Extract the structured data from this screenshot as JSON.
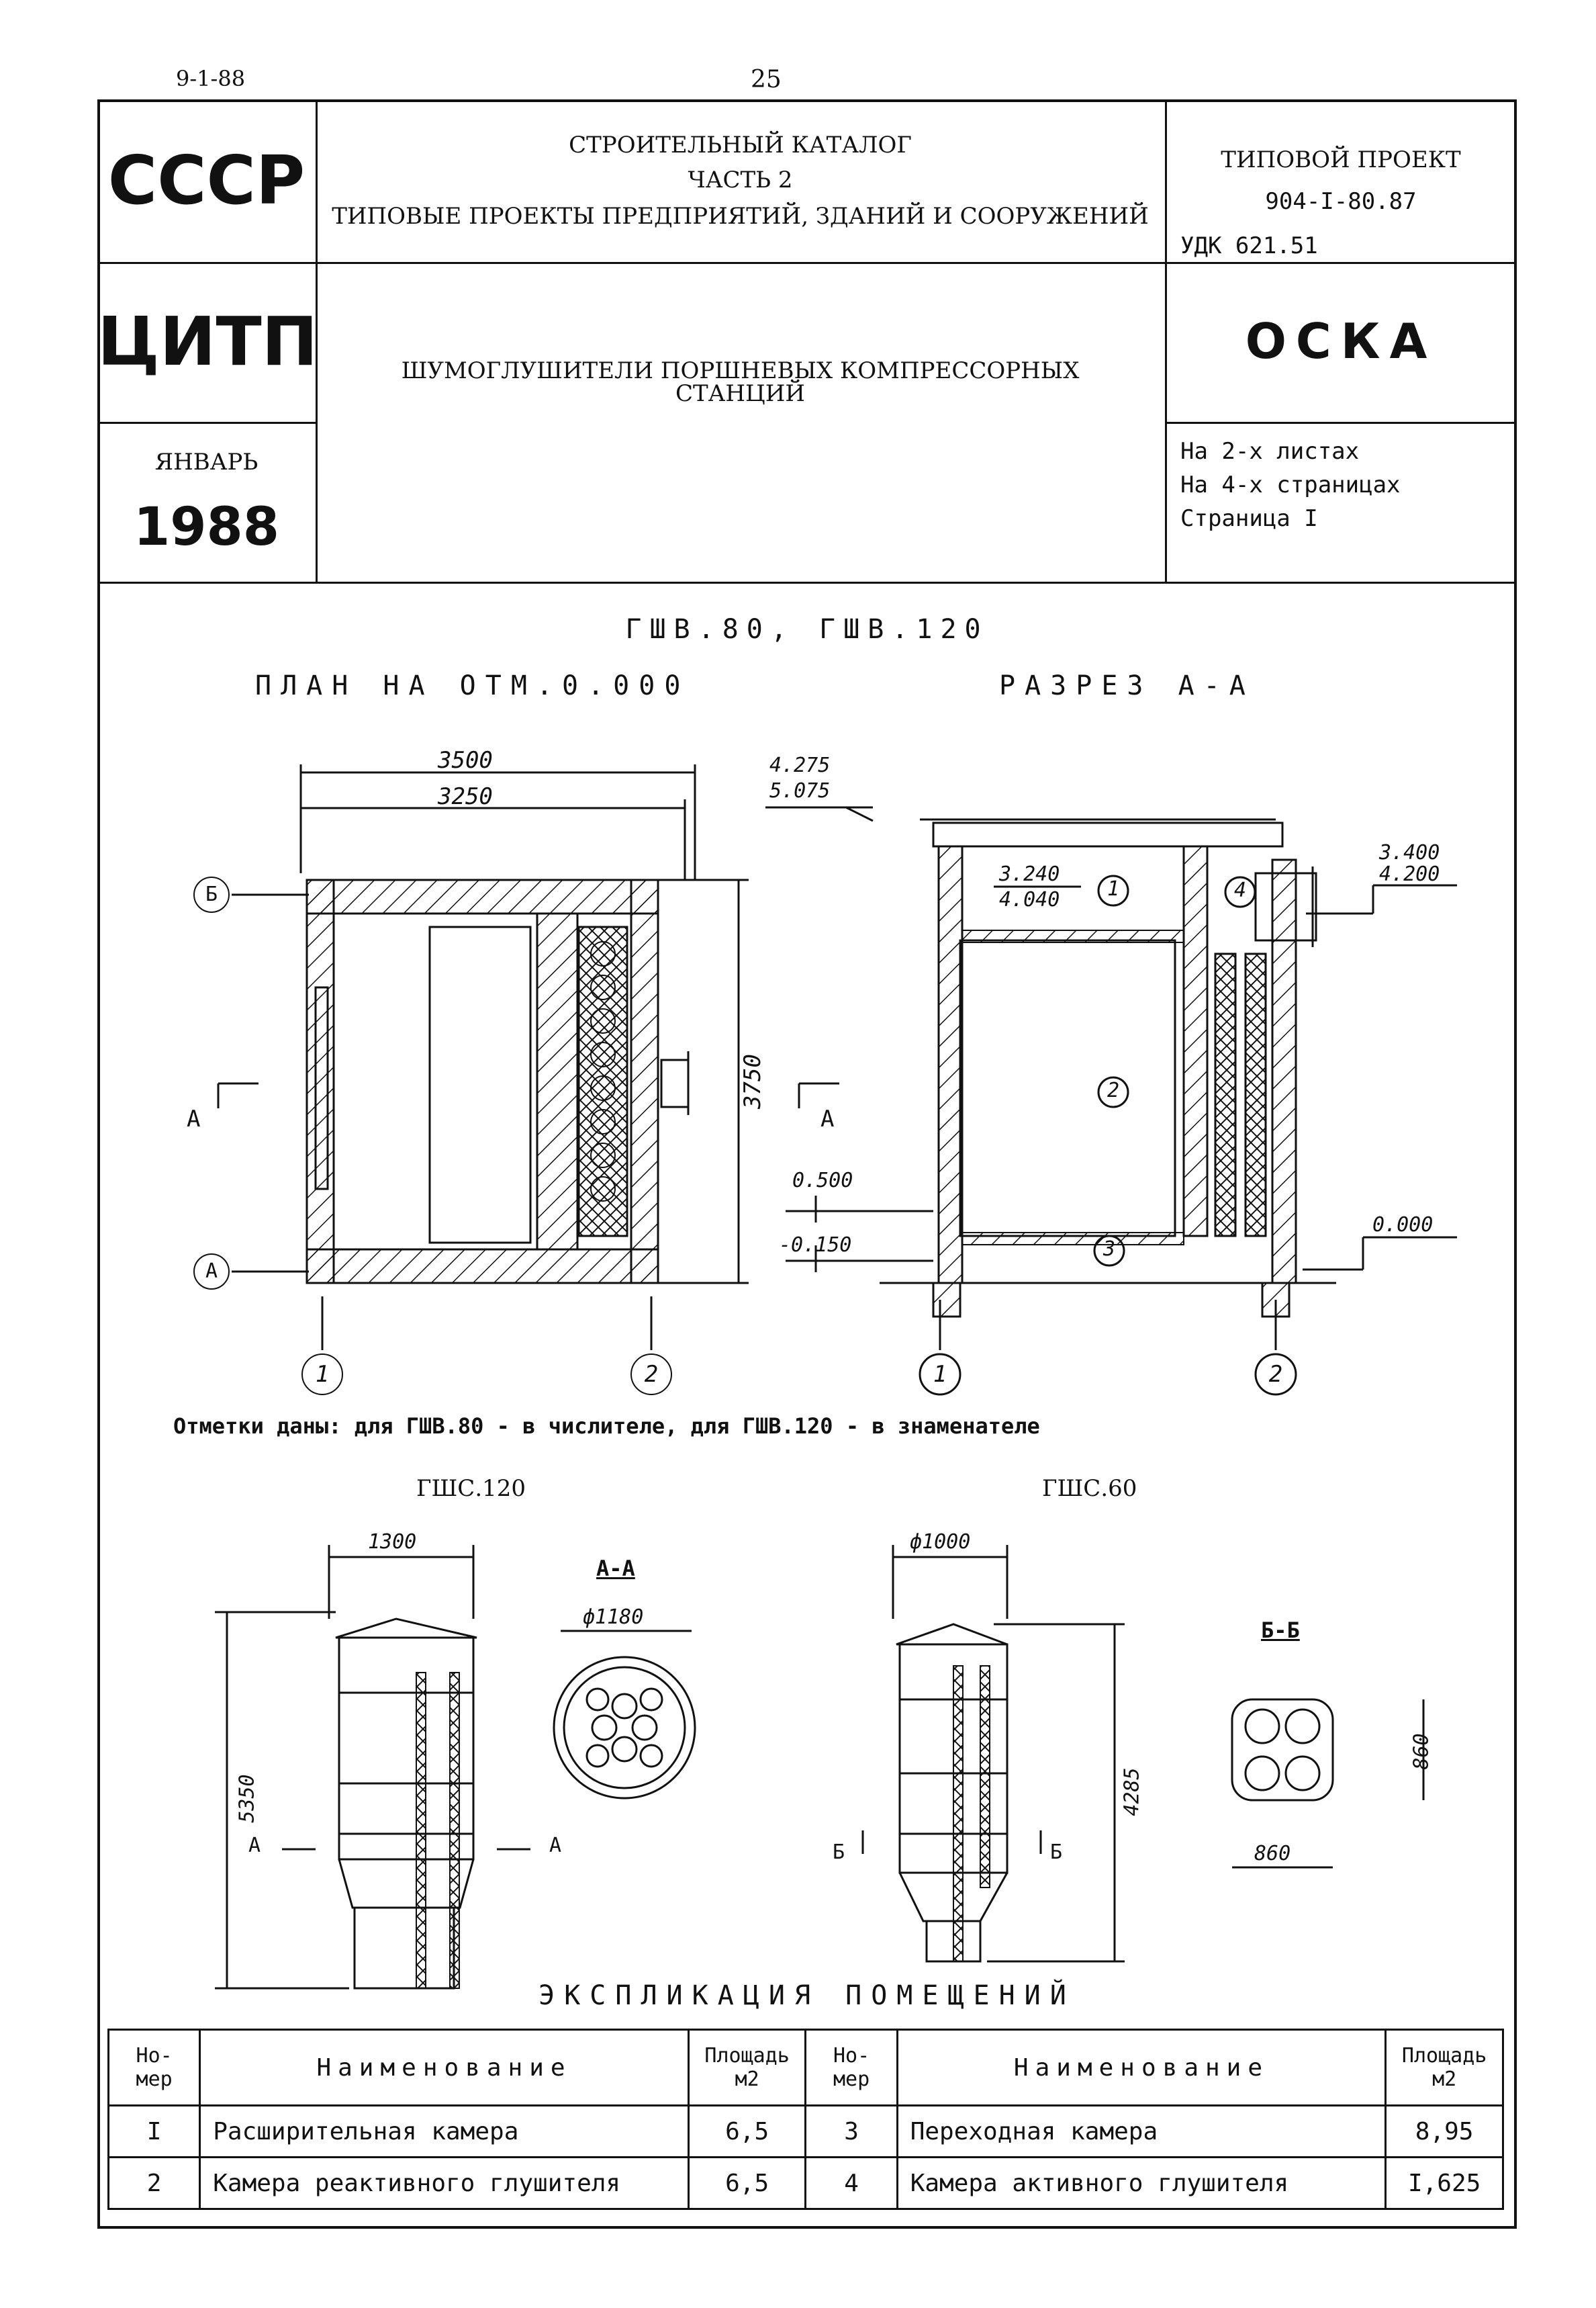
{
  "page": {
    "sheet_code": "9-1-88",
    "page_number": "25"
  },
  "header": {
    "org1": "СССР",
    "org2": "ЦИТП",
    "month": "ЯНВАРЬ",
    "year": "1988",
    "catalog_line1": "СТРОИТЕЛЬНЫЙ КАТАЛОГ",
    "catalog_line2": "ЧАСТЬ 2",
    "catalog_line3": "ТИПОВЫЕ ПРОЕКТЫ ПРЕДПРИЯТИЙ, ЗДАНИЙ И СООРУЖЕНИЙ",
    "project_label": "ТИПОВОЙ ПРОЕКТ",
    "project_number": "904-I-80.87",
    "udk": "УДК 621.51",
    "doc_title_line1": "ШУМОГЛУШИТЕЛИ ПОРШНЕВЫХ КОМПРЕССОРНЫХ",
    "doc_title_line2": "СТАНЦИЙ",
    "code": "ОСКА",
    "sheets_info": "На 2-х листах",
    "pages_info": "На 4-х страницах",
    "page_info": "Страница I"
  },
  "drawing": {
    "types": "ГШВ.80,  ГШВ.120",
    "plan_title": "ПЛАН НА ОТМ.0.000",
    "section_title": "РАЗРЕЗ А-А",
    "plan": {
      "dim_outer": "3500",
      "dim_inner": "3250",
      "dim_vertical": "3750",
      "axis_b": "Б",
      "axis_a": "А",
      "axis_1": "1",
      "axis_2": "2",
      "section_mark": "А"
    },
    "section": {
      "elev_top_a": "4.275",
      "elev_top_b": "5.075",
      "elev_mid_a": "3.240",
      "elev_mid_b": "4.040",
      "elev_right_a": "3.400",
      "elev_right_b": "4.200",
      "elev_0500": "0.500",
      "elev_m0150": "-0.150",
      "elev_zero": "0.000",
      "room_1": "1",
      "room_2": "2",
      "room_3": "3",
      "room_4": "4",
      "axis_1": "1",
      "axis_2": "2"
    },
    "note": "Отметки даны: для ГШВ.80 - в числителе, для ГШВ.120 - в знаменателе",
    "gshs120": {
      "title": "ГШС.120",
      "dim_width": "1300",
      "dim_height": "5350",
      "section_title": "А-А",
      "section_dim": "ф1180",
      "section_mark": "А"
    },
    "gshs60": {
      "title": "ГШС.60",
      "dim_width": "ф1000",
      "dim_height": "4285",
      "section_title": "Б-Б",
      "section_dim_h": "860",
      "section_dim_w": "860",
      "section_mark": "Б"
    }
  },
  "explication": {
    "title": "ЭКСПЛИКАЦИЯ ПОМЕЩЕНИЙ",
    "col_number": "Но-мер",
    "col_name": "Наименование",
    "col_area": "Площадь м2",
    "rows": [
      {
        "num": "I",
        "name": "Расширительная камера",
        "area": "6,5"
      },
      {
        "num": "2",
        "name": "Камера реактивного глушителя",
        "area": "6,5"
      },
      {
        "num": "3",
        "name": "Переходная камера",
        "area": "8,95"
      },
      {
        "num": "4",
        "name": "Камера активного глушителя",
        "area": "I,625"
      }
    ]
  }
}
